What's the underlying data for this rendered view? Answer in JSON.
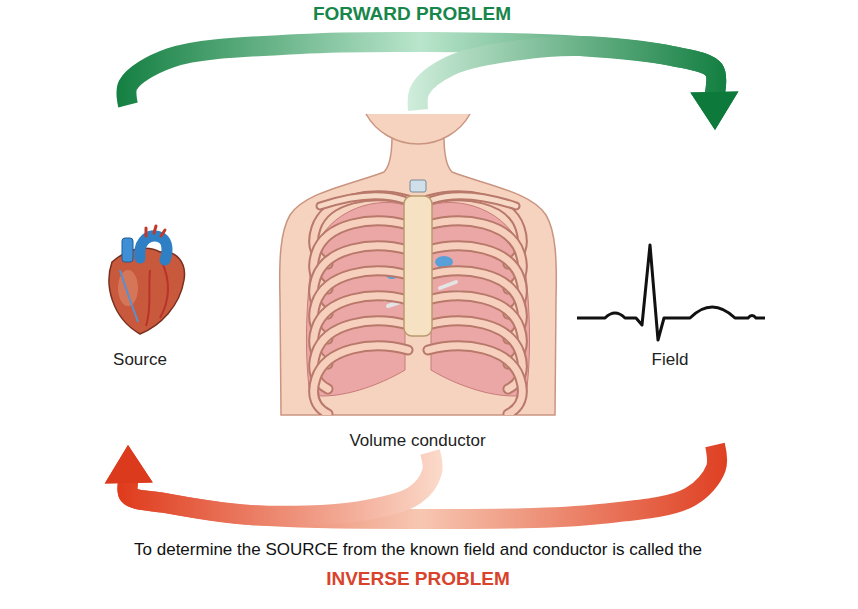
{
  "diagram": {
    "nodes": [
      {
        "text": [
          "Source"
        ]
      },
      {
        "text": [
          "Volume conductor"
        ]
      },
      {
        "text": [
          "Field"
        ]
      }
    ],
    "edges": [
      {
        "from": 0,
        "to": 2,
        "arrow": "to",
        "label": "FORWARD PROBLEM"
      },
      {
        "from": 1,
        "to": 2,
        "arrow": "to"
      },
      {
        "from": 2,
        "to": 0,
        "arrow": "to",
        "label": "INVERSE PROBLEM"
      },
      {
        "from": 1,
        "to": 0,
        "arrow": "to"
      }
    ],
    "labels": [
      "To determine the SOURCE from the known field and conductor is called the"
    ]
  }
}
